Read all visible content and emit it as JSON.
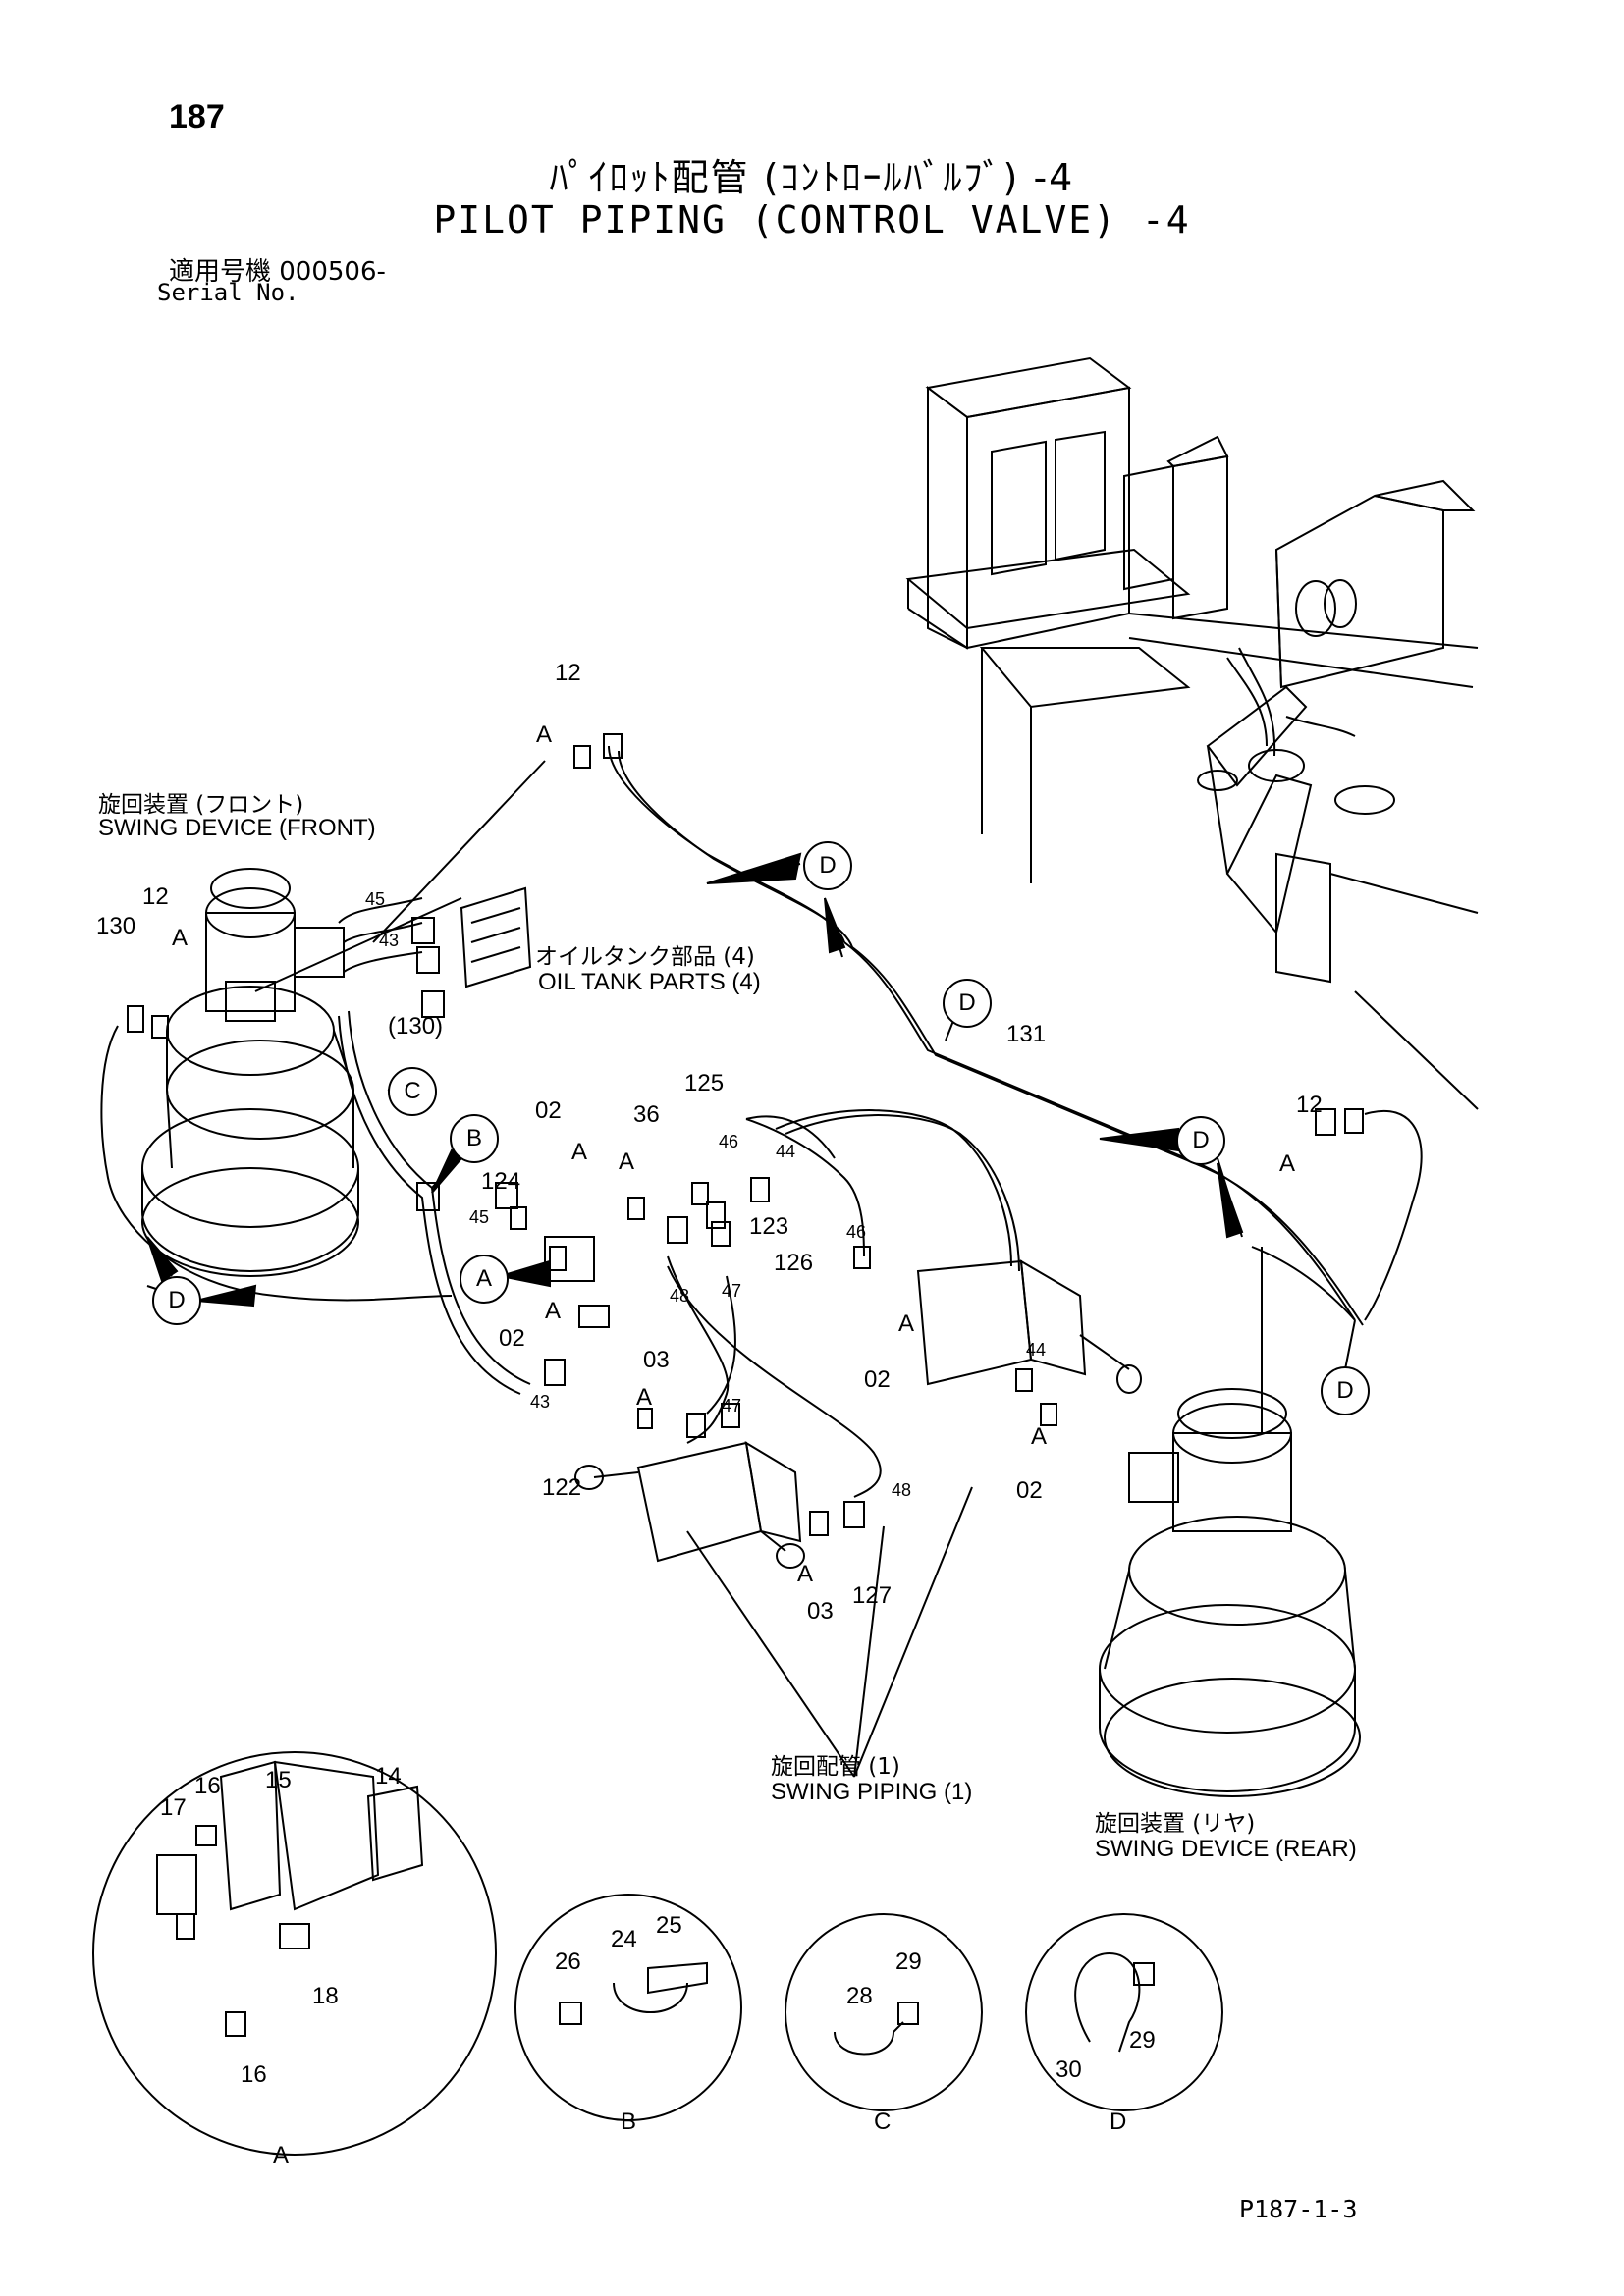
{
  "page_number": "187",
  "title_jp": "ﾊﾟｲﾛｯﾄ配管 (ｺﾝﾄﾛｰﾙﾊﾞﾙﾌﾞ) -4",
  "title_en": "PILOT PIPING (CONTROL VALVE) -4",
  "serial_jp": "適用号機 000506-",
  "serial_en": "Serial No.",
  "labels": {
    "swing_front_jp": "旋回装置 (フロント)",
    "swing_front_en": "SWING DEVICE (FRONT)",
    "oil_tank_jp": "オイルタンク部品 (4)",
    "oil_tank_en": "OIL TANK PARTS (4)",
    "swing_piping_jp": "旋回配管 (1)",
    "swing_piping_en": "SWING PIPING (1)",
    "swing_rear_jp": "旋回装置 (リヤ)",
    "swing_rear_en": "SWING DEVICE (REAR)"
  },
  "part_numbers": {
    "p12a": "12",
    "p12b": "12",
    "p12c": "12",
    "p130": "130",
    "p130b": "(130)",
    "p45a": "45",
    "p43a": "43",
    "p45b": "45",
    "p43b": "43",
    "p02a": "02",
    "p02b": "02",
    "p02c": "02",
    "p02d": "02",
    "p36": "36",
    "p125": "125",
    "p46a": "46",
    "p44a": "44",
    "p46b": "46",
    "p44b": "44",
    "p124": "124",
    "p123": "123",
    "p126": "126",
    "p48a": "48",
    "p47a": "47",
    "p47b": "47",
    "p48b": "48",
    "p03a": "03",
    "p03b": "03",
    "p122": "122",
    "p127": "127",
    "p131": "131"
  },
  "letters": {
    "a": "A",
    "b": "B",
    "c": "C",
    "d": "D"
  },
  "detail_parts": {
    "a": {
      "p17": "17",
      "p16": "16",
      "p15": "15",
      "p14": "14",
      "p18": "18",
      "p16b": "16"
    },
    "b": {
      "p26": "26",
      "p24": "24",
      "p25": "25"
    },
    "c": {
      "p28": "28",
      "p29": "29"
    },
    "d": {
      "p29": "29",
      "p30": "30"
    }
  },
  "doc_code": "P187-1-3"
}
